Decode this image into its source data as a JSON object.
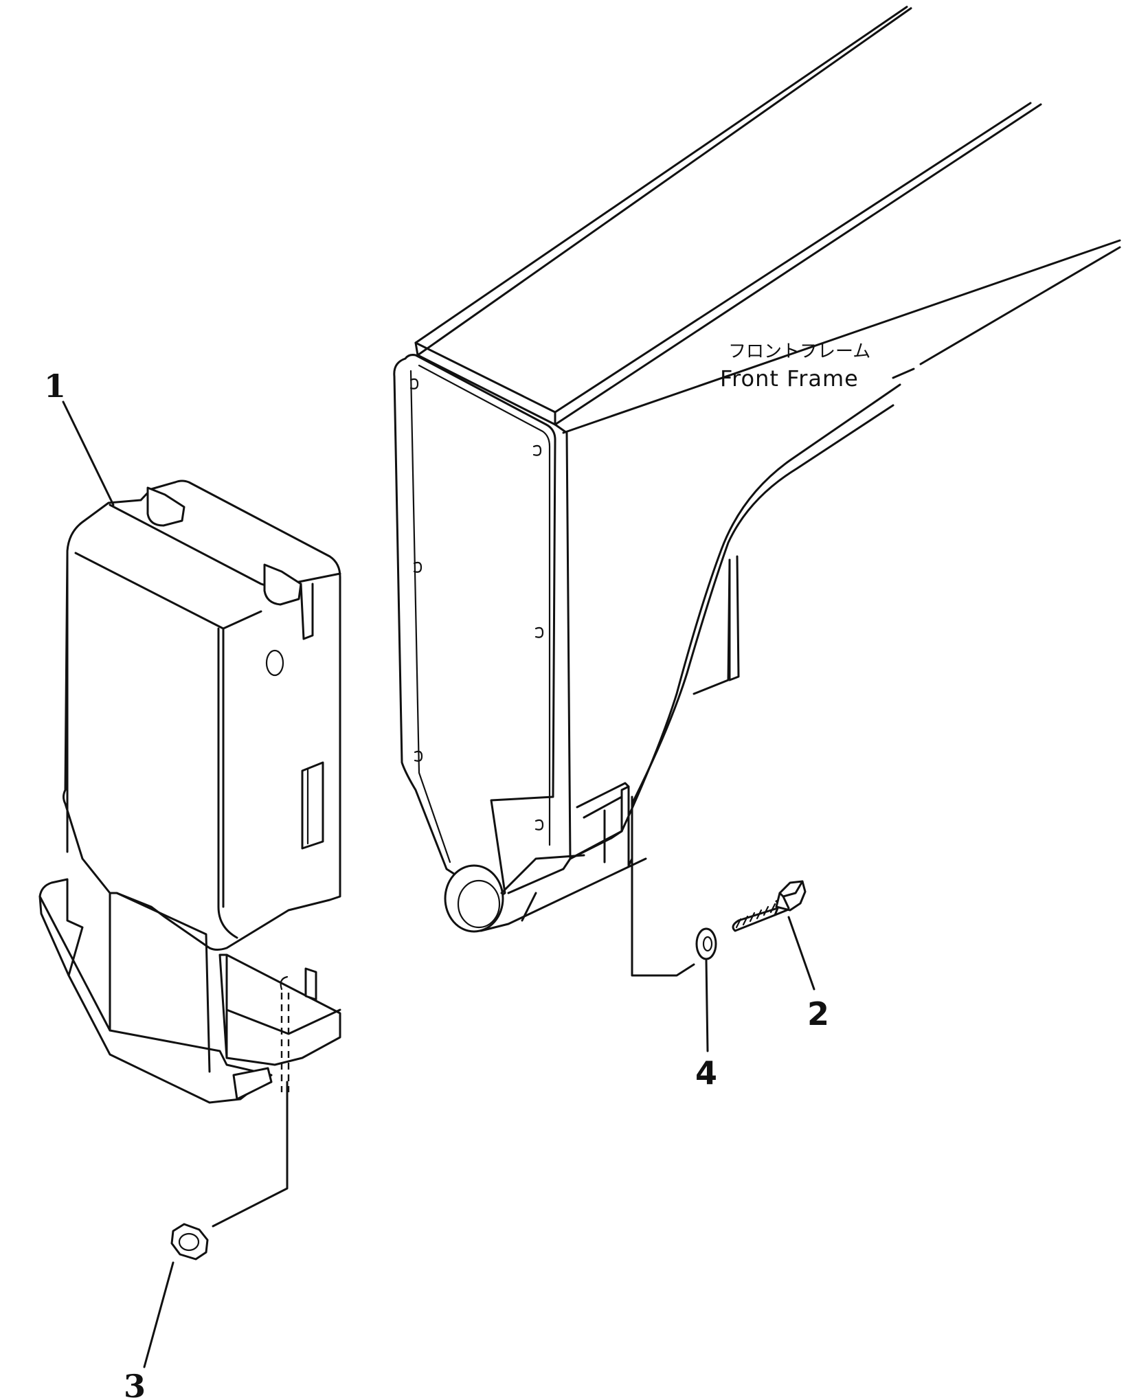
{
  "labels": {
    "part_1": "1",
    "part_2": "2",
    "part_3": "3",
    "part_4": "4",
    "frame_jp": "フロントフレーム",
    "frame_en": "Front  Frame"
  }
}
